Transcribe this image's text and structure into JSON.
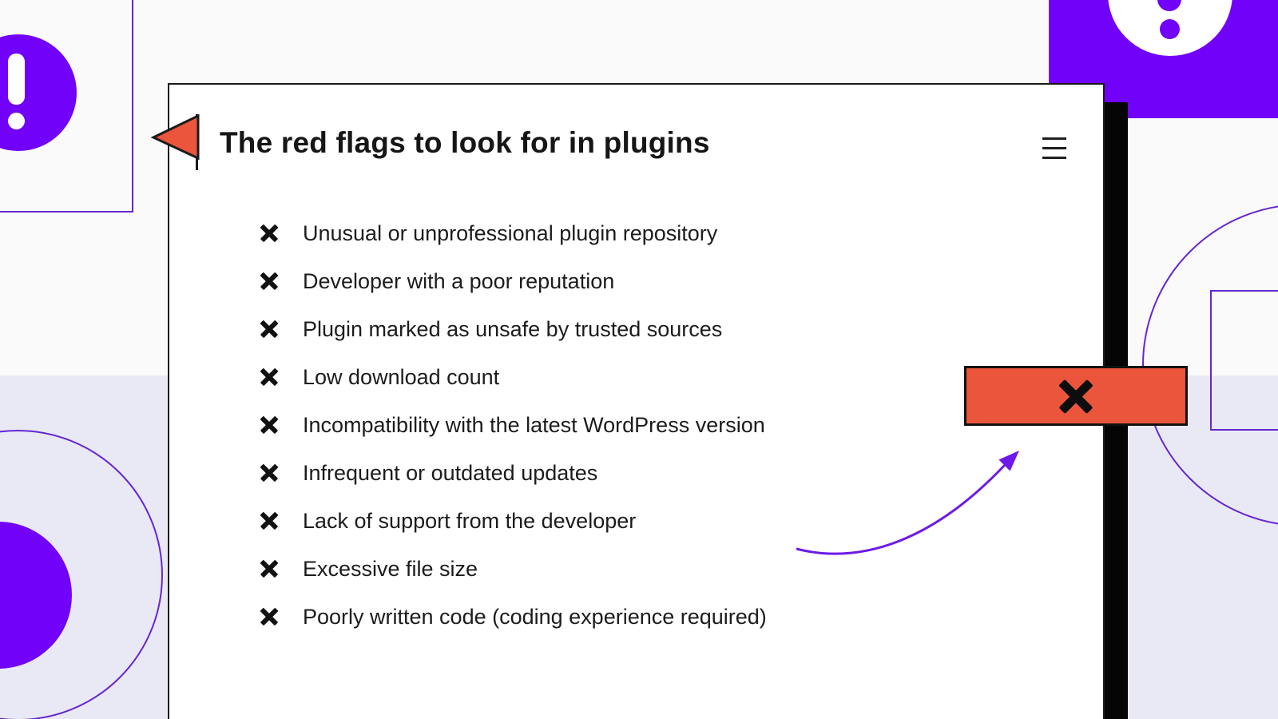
{
  "colors": {
    "purple": "#7101F8",
    "orange_red": "#EB553C",
    "outline_purple": "#6527CF",
    "lavender": "#E9E9F6",
    "ink": "#1B1B1B",
    "card_bg": "#FFFFFF",
    "page_bg": "#FAFAFA"
  },
  "card": {
    "title": "The red flags to look for in plugins",
    "items": [
      "Unusual or unprofessional plugin repository",
      "Developer with a poor reputation",
      "Plugin marked as unsafe by trusted sources",
      "Low download count",
      "Incompatibility with the latest WordPress version",
      "Infrequent or outdated updates",
      "Lack of support from the developer",
      "Excessive file size",
      "Poorly written code (coding experience required)"
    ]
  },
  "icons": {
    "header_flag": "red-flag-icon",
    "header_menu": "hamburger-menu-icon",
    "list_marker": "x-mark-icon",
    "banner_marker": "x-mark-icon",
    "top_left": "exclamation-circle-icon",
    "top_right": "exclamation-circle-icon",
    "pointer": "curved-arrow-icon"
  }
}
